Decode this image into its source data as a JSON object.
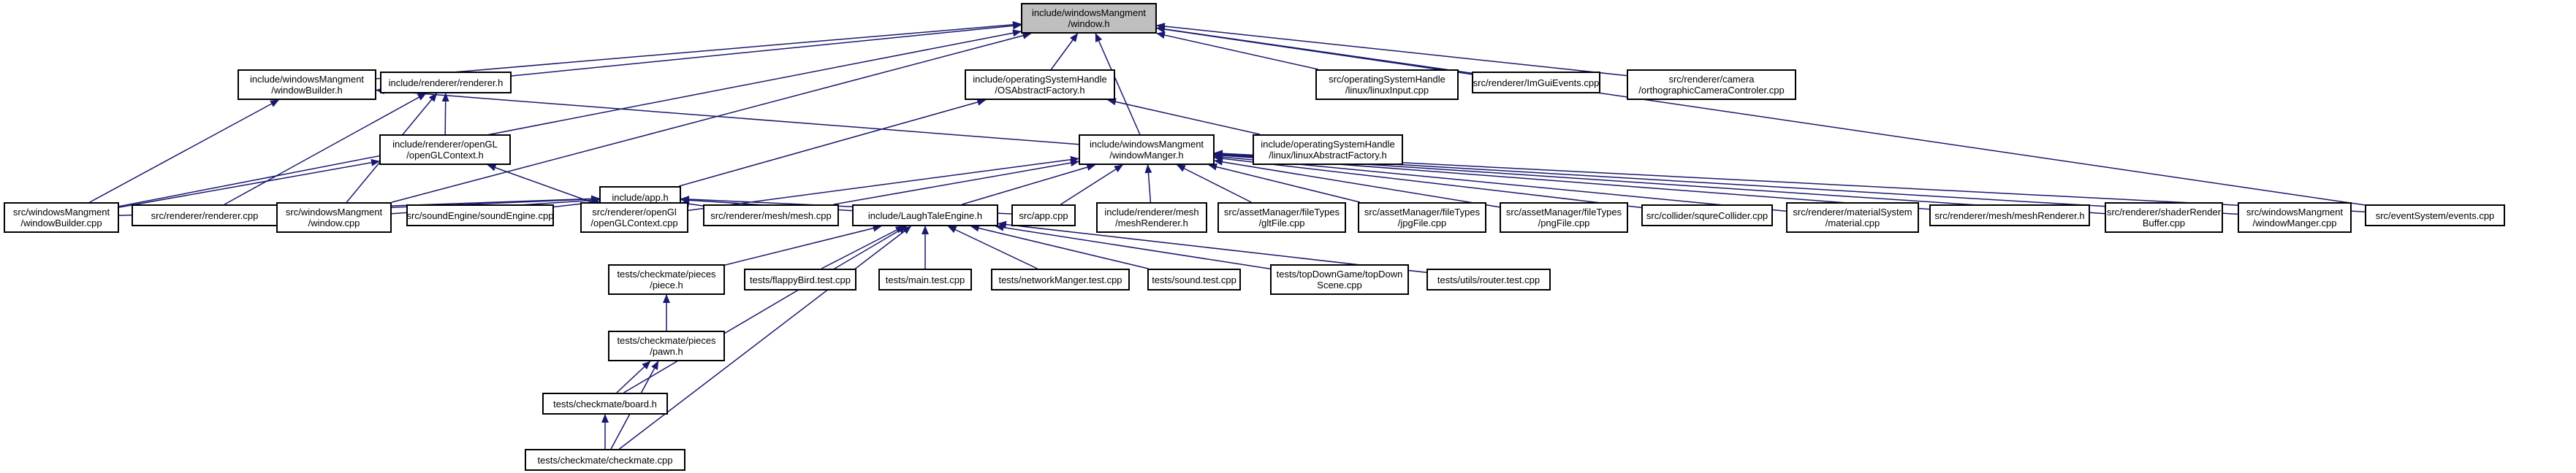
{
  "diagram": {
    "colors": {
      "edge": "#191970",
      "node_border": "#000000",
      "focus_fill": "#bfbfbf",
      "node_fill": "#ffffff"
    },
    "nodes": [
      {
        "id": "win_h",
        "lines": [
          "include/windowsMangment",
          "/window.h"
        ],
        "focus": true
      },
      {
        "id": "winbuilder_h",
        "lines": [
          "include/windowsMangment",
          "/windowBuilder.h"
        ]
      },
      {
        "id": "renderer_h",
        "lines": [
          "include/renderer/renderer.h"
        ]
      },
      {
        "id": "osabs_h",
        "lines": [
          "include/operatingSystemHandle",
          "/OSAbstractFactory.h"
        ]
      },
      {
        "id": "linuxinput_cpp",
        "lines": [
          "src/operatingSystemHandle",
          "/linux/linuxInput.cpp"
        ]
      },
      {
        "id": "imgui_cpp",
        "lines": [
          "src/renderer/ImGuiEvents.cpp"
        ]
      },
      {
        "id": "camera_cpp",
        "lines": [
          "src/renderer/camera",
          "/orthographicCameraControler.cpp"
        ]
      },
      {
        "id": "openglctx_h",
        "lines": [
          "include/renderer/openGL",
          "/openGLContext.h"
        ]
      },
      {
        "id": "winmanger_h",
        "lines": [
          "include/windowsMangment",
          "/windowManger.h"
        ]
      },
      {
        "id": "linuxabs_h",
        "lines": [
          "include/operatingSystemHandle",
          "/linux/linuxAbstractFactory.h"
        ]
      },
      {
        "id": "app_h",
        "lines": [
          "include/app.h"
        ]
      },
      {
        "id": "winbuilder_cpp",
        "lines": [
          "src/windowsMangment",
          "/windowBuilder.cpp"
        ]
      },
      {
        "id": "renderer_cpp",
        "lines": [
          "src/renderer/renderer.cpp"
        ]
      },
      {
        "id": "window_cpp",
        "lines": [
          "src/windowsMangment",
          "/window.cpp"
        ]
      },
      {
        "id": "soundengine_cpp",
        "lines": [
          "src/soundEngine/soundEngine.cpp"
        ]
      },
      {
        "id": "openglctx_cpp",
        "lines": [
          "src/renderer/openGl",
          "/openGLContext.cpp"
        ]
      },
      {
        "id": "mesh_cpp",
        "lines": [
          "src/renderer/mesh/mesh.cpp"
        ]
      },
      {
        "id": "laughtale_h",
        "lines": [
          "include/LaughTaleEngine.h"
        ]
      },
      {
        "id": "app_cpp",
        "lines": [
          "src/app.cpp"
        ]
      },
      {
        "id": "meshrenderer_h",
        "lines": [
          "include/renderer/mesh",
          "/meshRenderer.h"
        ]
      },
      {
        "id": "glt_cpp",
        "lines": [
          "src/assetManager/fileTypes",
          "/gltFile.cpp"
        ]
      },
      {
        "id": "jpg_cpp",
        "lines": [
          "src/assetManager/fileTypes",
          "/jpgFile.cpp"
        ]
      },
      {
        "id": "png_cpp",
        "lines": [
          "src/assetManager/fileTypes",
          "/pngFile.cpp"
        ]
      },
      {
        "id": "collider_cpp",
        "lines": [
          "src/collider/squreCollider.cpp"
        ]
      },
      {
        "id": "material_cpp",
        "lines": [
          "src/renderer/materialSystem",
          "/material.cpp"
        ]
      },
      {
        "id": "meshrenderer_src_h",
        "lines": [
          "src/renderer/mesh/meshRenderer.h"
        ]
      },
      {
        "id": "shader_cpp",
        "lines": [
          "src/renderer/shaderRender",
          "Buffer.cpp"
        ]
      },
      {
        "id": "winmanger_cpp",
        "lines": [
          "src/windowsMangment",
          "/windowManger.cpp"
        ]
      },
      {
        "id": "events_cpp",
        "lines": [
          "src/eventSystem/events.cpp"
        ]
      },
      {
        "id": "piece_h",
        "lines": [
          "tests/checkmate/pieces",
          "/piece.h"
        ]
      },
      {
        "id": "flappy_cpp",
        "lines": [
          "tests/flappyBird.test.cpp"
        ]
      },
      {
        "id": "maintest_cpp",
        "lines": [
          "tests/main.test.cpp"
        ]
      },
      {
        "id": "netmanger_cpp",
        "lines": [
          "tests/networkManger.test.cpp"
        ]
      },
      {
        "id": "sound_cpp",
        "lines": [
          "tests/sound.test.cpp"
        ]
      },
      {
        "id": "topdown_cpp",
        "lines": [
          "tests/topDownGame/topDown",
          "Scene.cpp"
        ]
      },
      {
        "id": "router_cpp",
        "lines": [
          "tests/utils/router.test.cpp"
        ]
      },
      {
        "id": "pawn_h",
        "lines": [
          "tests/checkmate/pieces",
          "/pawn.h"
        ]
      },
      {
        "id": "board_h",
        "lines": [
          "tests/checkmate/board.h"
        ]
      },
      {
        "id": "checkmate_cpp",
        "lines": [
          "tests/checkmate/checkmate.cpp"
        ]
      }
    ],
    "edges": [
      [
        "winbuilder_h",
        "win_h"
      ],
      [
        "renderer_h",
        "win_h"
      ],
      [
        "osabs_h",
        "win_h"
      ],
      [
        "linuxinput_cpp",
        "win_h"
      ],
      [
        "imgui_cpp",
        "win_h"
      ],
      [
        "camera_cpp",
        "win_h"
      ],
      [
        "winmanger_h",
        "win_h"
      ],
      [
        "winbuilder_cpp",
        "win_h"
      ],
      [
        "window_cpp",
        "win_h"
      ],
      [
        "events_cpp",
        "win_h"
      ],
      [
        "winbuilder_cpp",
        "winbuilder_h"
      ],
      [
        "winmanger_h",
        "winbuilder_h"
      ],
      [
        "openglctx_h",
        "renderer_h"
      ],
      [
        "renderer_cpp",
        "renderer_h"
      ],
      [
        "window_cpp",
        "renderer_h"
      ],
      [
        "linuxabs_h",
        "osabs_h"
      ],
      [
        "app_h",
        "osabs_h"
      ],
      [
        "winbuilder_cpp",
        "openglctx_h"
      ],
      [
        "openglctx_cpp",
        "openglctx_h"
      ],
      [
        "winbuilder_cpp",
        "app_h"
      ],
      [
        "renderer_cpp",
        "app_h"
      ],
      [
        "window_cpp",
        "app_h"
      ],
      [
        "soundengine_cpp",
        "app_h"
      ],
      [
        "openglctx_cpp",
        "app_h"
      ],
      [
        "mesh_cpp",
        "app_h"
      ],
      [
        "laughtale_h",
        "app_h"
      ],
      [
        "app_cpp",
        "app_h"
      ],
      [
        "openglctx_cpp",
        "winmanger_h"
      ],
      [
        "mesh_cpp",
        "winmanger_h"
      ],
      [
        "laughtale_h",
        "winmanger_h"
      ],
      [
        "app_cpp",
        "winmanger_h"
      ],
      [
        "meshrenderer_h",
        "winmanger_h"
      ],
      [
        "glt_cpp",
        "winmanger_h"
      ],
      [
        "jpg_cpp",
        "winmanger_h"
      ],
      [
        "png_cpp",
        "winmanger_h"
      ],
      [
        "collider_cpp",
        "winmanger_h"
      ],
      [
        "material_cpp",
        "winmanger_h"
      ],
      [
        "meshrenderer_src_h",
        "winmanger_h"
      ],
      [
        "shader_cpp",
        "winmanger_h"
      ],
      [
        "winmanger_cpp",
        "winmanger_h"
      ],
      [
        "events_cpp",
        "winmanger_h"
      ],
      [
        "piece_h",
        "laughtale_h"
      ],
      [
        "flappy_cpp",
        "laughtale_h"
      ],
      [
        "maintest_cpp",
        "laughtale_h"
      ],
      [
        "netmanger_cpp",
        "laughtale_h"
      ],
      [
        "sound_cpp",
        "laughtale_h"
      ],
      [
        "topdown_cpp",
        "laughtale_h"
      ],
      [
        "router_cpp",
        "laughtale_h"
      ],
      [
        "board_h",
        "laughtale_h"
      ],
      [
        "checkmate_cpp",
        "laughtale_h"
      ],
      [
        "pawn_h",
        "piece_h"
      ],
      [
        "board_h",
        "pawn_h"
      ],
      [
        "checkmate_cpp",
        "pawn_h"
      ],
      [
        "checkmate_cpp",
        "board_h"
      ]
    ]
  }
}
